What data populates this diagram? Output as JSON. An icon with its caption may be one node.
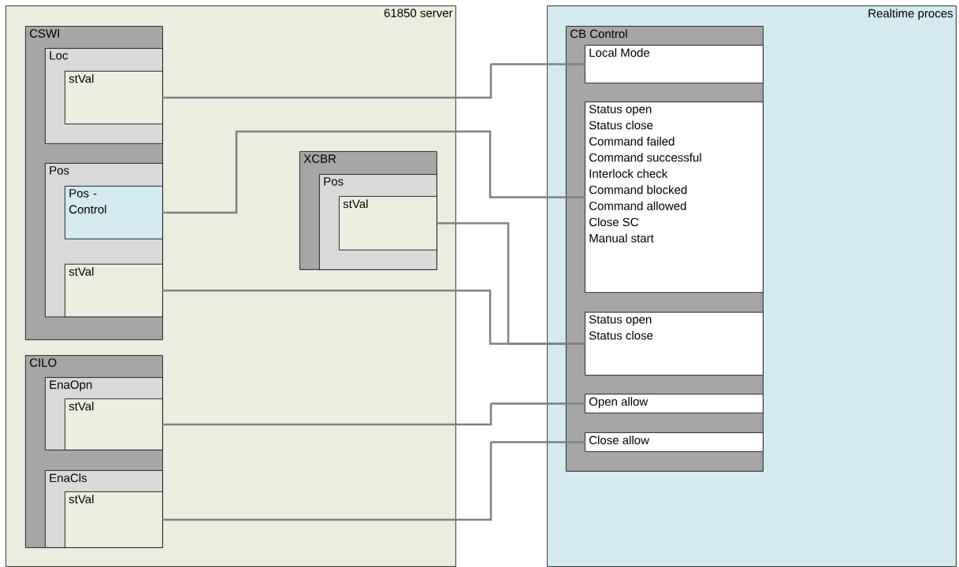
{
  "diagram": {
    "nodes": [
      {
        "text": [
          "61850 server"
        ]
      },
      {
        "text": [
          "CSWI"
        ],
        "in": 0
      },
      {
        "text": [
          "Loc"
        ],
        "in": 1
      },
      {
        "text": [
          "stVal"
        ],
        "in": 2
      },
      {
        "text": [
          "Pos"
        ],
        "in": 1
      },
      {
        "text": [
          "Pos - Control"
        ],
        "in": 4
      },
      {
        "text": [
          "stVal"
        ],
        "in": 4
      },
      {
        "text": [
          "XCBR"
        ],
        "in": 0
      },
      {
        "text": [
          "Pos"
        ],
        "in": 7
      },
      {
        "text": [
          "stVal"
        ],
        "in": 8
      },
      {
        "text": [
          "CILO"
        ],
        "in": 0
      },
      {
        "text": [
          "EnaOpn"
        ],
        "in": 10
      },
      {
        "text": [
          "stVal"
        ],
        "in": 11
      },
      {
        "text": [
          "EnaCls"
        ],
        "in": 10
      },
      {
        "text": [
          "stVal"
        ],
        "in": 13
      },
      {
        "text": [
          "Realtime proces"
        ]
      },
      {
        "text": [
          "CB Control"
        ],
        "in": 15
      },
      {
        "text": [
          "Local Mode"
        ],
        "in": 16
      },
      {
        "text": [
          "Status open",
          "Status close",
          "Command failed",
          "Command successful",
          "Interlock check",
          "Command blocked",
          "Command allowed",
          "Close SC",
          "Manual start"
        ],
        "in": 16
      },
      {
        "text": [
          "Status open",
          "Status close"
        ],
        "in": 16
      },
      {
        "text": [
          "Open allow"
        ],
        "in": 16
      },
      {
        "text": [
          "Close allow"
        ],
        "in": 16
      }
    ],
    "edges": [
      {
        "from": 3,
        "to": 17,
        "arrow": "none"
      },
      {
        "from": 5,
        "to": 18,
        "arrow": "none"
      },
      {
        "from": 9,
        "to": 19,
        "arrow": "none"
      },
      {
        "from": 6,
        "to": 19,
        "arrow": "none"
      },
      {
        "from": 12,
        "to": 20,
        "arrow": "none"
      },
      {
        "from": 14,
        "to": 21,
        "arrow": "none"
      }
    ]
  }
}
